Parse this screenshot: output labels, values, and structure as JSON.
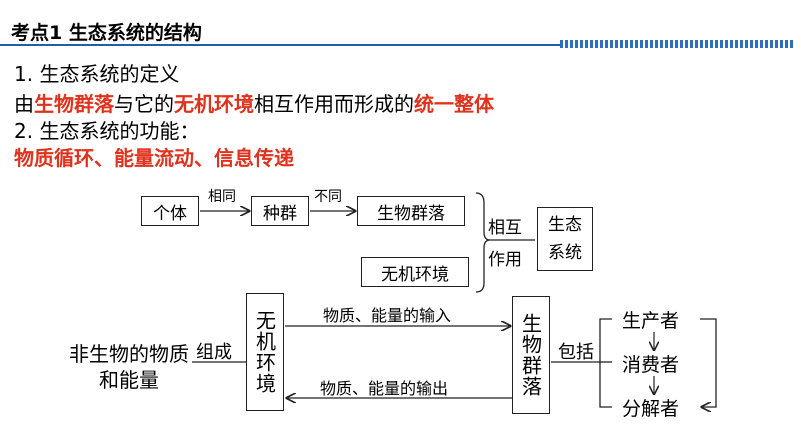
{
  "header": {
    "title": "考点1 生态系统的结构"
  },
  "sections": {
    "s1_heading": "1. 生态系统的定义",
    "s1_line": {
      "p1": "由",
      "p2": "生物群落",
      "p3": "与它的",
      "p4": "无机环境",
      "p5": "相互作用而形成的",
      "p6": "统一整体"
    },
    "s2_heading": "2. 生态系统的功能：",
    "s2_line": "物质循环、能量流动、信息传递"
  },
  "diagram1": {
    "individual": "个体",
    "species_population": "种群",
    "community": "生物群落",
    "inorganic_env": "无机环境",
    "ecosystem": "生态系统",
    "arrow1": "相同",
    "arrow2": "不同",
    "interaction_top": "相互",
    "interaction_bottom": "作用"
  },
  "diagram2": {
    "nonliving": "非生物的物质和能量",
    "compose": "组成",
    "inorganic_env": "无机环境",
    "input": "物质、能量的输入",
    "output": "物质、能量的输出",
    "community": "生物群落",
    "include": "包括",
    "producer": "生产者",
    "consumer": "消费者",
    "decomposer": "分解者"
  },
  "colors": {
    "accent_red": "#e0321c",
    "header_blue": "#1f5fb0"
  }
}
